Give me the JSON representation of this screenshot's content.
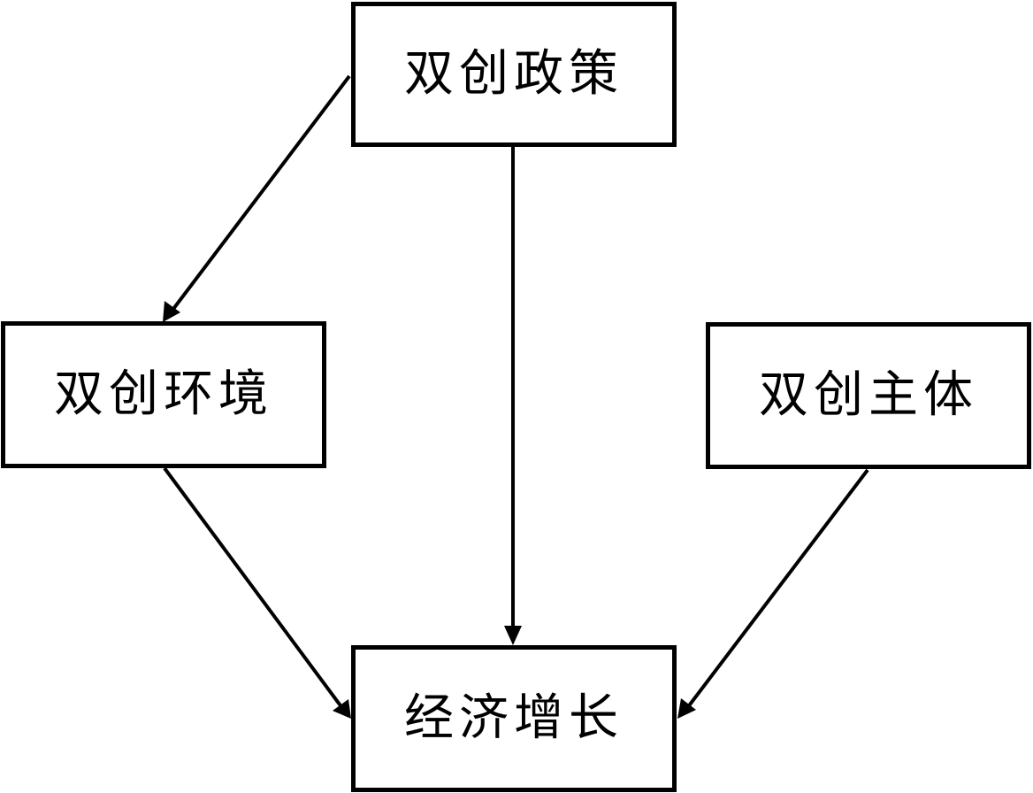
{
  "diagram": {
    "nodes": [
      {
        "id": "policy",
        "label": "双创政策"
      },
      {
        "id": "environment",
        "label": "双创环境"
      },
      {
        "id": "subject",
        "label": "双创主体"
      },
      {
        "id": "growth",
        "label": "经济增长"
      }
    ],
    "edges": [
      {
        "from": "policy",
        "to": "environment"
      },
      {
        "from": "policy",
        "to": "growth"
      },
      {
        "from": "environment",
        "to": "growth"
      },
      {
        "from": "subject",
        "to": "growth"
      }
    ],
    "colors": {
      "stroke": "#000000",
      "background": "#ffffff"
    }
  }
}
